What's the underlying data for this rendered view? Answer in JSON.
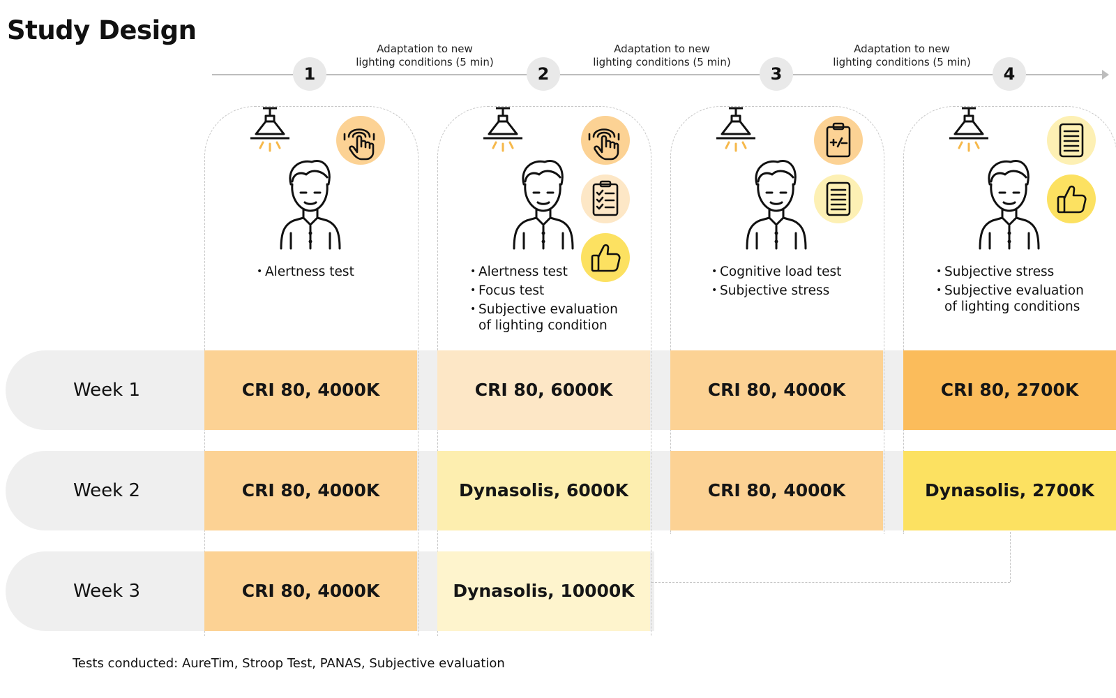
{
  "title": "Study Design",
  "steps": [
    "1",
    "2",
    "3",
    "4"
  ],
  "adaptation_note": "Adaptation to new lighting conditions (5 min)",
  "adaptations": [
    {
      "line1": "Adaptation to new",
      "line2": "lighting conditions (5 min)"
    },
    {
      "line1": "Adaptation to new",
      "line2": "lighting conditions (5 min)"
    },
    {
      "line1": "Adaptation to new",
      "line2": "lighting conditions (5 min)"
    }
  ],
  "phases": [
    {
      "tests": [
        "Alertness test"
      ],
      "icons": [
        "touch-icon"
      ]
    },
    {
      "tests": [
        "Alertness test",
        "Focus test",
        "Subjective evaluation",
        "of lighting condition"
      ],
      "icons": [
        "touch-icon",
        "checklist-icon",
        "thumbs-up-icon"
      ]
    },
    {
      "tests": [
        "Cognitive load test",
        "Subjective stress"
      ],
      "icons": [
        "clipboard-plus-minus-icon",
        "document-icon"
      ]
    },
    {
      "tests": [
        "Subjective stress",
        "Subjective evaluation",
        "of lighting conditions"
      ],
      "icons": [
        "document-icon",
        "thumbs-up-icon"
      ]
    }
  ],
  "weeks": [
    {
      "label": "Week 1",
      "cells": [
        "CRI 80, 4000K",
        "CRI 80, 6000K",
        "CRI 80, 4000K",
        "CRI 80, 2700K"
      ]
    },
    {
      "label": "Week 2",
      "cells": [
        "CRI 80, 4000K",
        "Dynasolis, 6000K",
        "CRI 80, 4000K",
        "Dynasolis, 2700K"
      ]
    },
    {
      "label": "Week 3",
      "cells": [
        "CRI 80, 4000K",
        "Dynasolis, 10000K"
      ]
    }
  ],
  "colors": {
    "cri4000": "#fcd294",
    "cri6000": "#fde7c6",
    "cri2700": "#fbbc5b",
    "dyn6000": "#fdeeaf",
    "dyn2700": "#fce161",
    "dyn10000": "#fef4cd",
    "badge_orange": "#fcd294",
    "badge_peach": "#fde7c6",
    "badge_yellow": "#fce161",
    "badge_pale_yellow": "#fdf0b4",
    "row_grey": "#efefef"
  },
  "footer": "Tests conducted: AureTim, Stroop Test, PANAS, Subjective evaluation"
}
